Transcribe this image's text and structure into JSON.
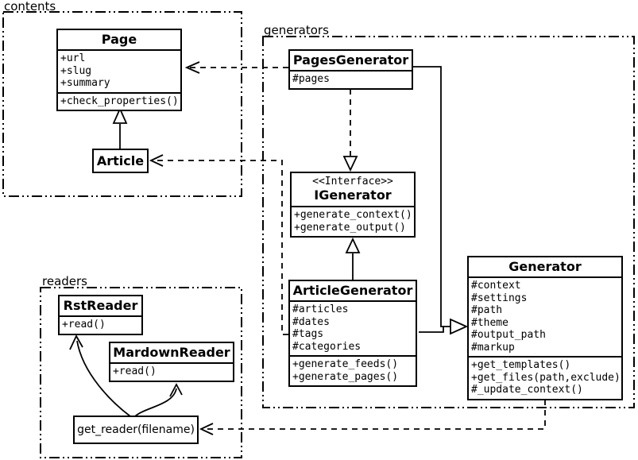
{
  "packages": {
    "contents": {
      "label": "contents"
    },
    "generators": {
      "label": "generators"
    },
    "readers": {
      "label": "readers"
    }
  },
  "classes": {
    "page": {
      "name": "Page",
      "attributes": [
        "+url",
        "+slug",
        "+summary"
      ],
      "methods": [
        "+check_properties()"
      ]
    },
    "article": {
      "name": "Article"
    },
    "pages_generator": {
      "name": "PagesGenerator",
      "attributes": [
        "#pages"
      ]
    },
    "igenerator": {
      "stereotype": "<<Interface>>",
      "name": "IGenerator",
      "methods": [
        "+generate_context()",
        "+generate_output()"
      ]
    },
    "article_generator": {
      "name": "ArticleGenerator",
      "attributes": [
        "#articles",
        "#dates",
        "#tags",
        "#categories"
      ],
      "methods": [
        "+generate_feeds()",
        "+generate_pages()"
      ]
    },
    "generator": {
      "name": "Generator",
      "attributes": [
        "#context",
        "#settings",
        "#path",
        "#theme",
        "#output_path",
        "#markup"
      ],
      "methods": [
        "+get_templates()",
        "+get_files(path,exclude)",
        "#_update_context()"
      ]
    },
    "rst_reader": {
      "name": "RstReader",
      "methods": [
        "+read()"
      ]
    },
    "mardown_reader": {
      "name": "MardownReader",
      "methods": [
        "+read()"
      ]
    },
    "get_reader": {
      "name": "get_reader(filename)"
    }
  },
  "relationships": [
    {
      "from": "Article",
      "to": "Page",
      "type": "generalization",
      "style": "solid-hollow-triangle"
    },
    {
      "from": "PagesGenerator",
      "to": "Page",
      "type": "dependency",
      "style": "dashed-open-arrow"
    },
    {
      "from": "ArticleGenerator",
      "to": "Article",
      "type": "dependency",
      "style": "dashed-open-arrow"
    },
    {
      "from": "PagesGenerator",
      "to": "IGenerator",
      "type": "realization",
      "style": "dashed-hollow-triangle"
    },
    {
      "from": "ArticleGenerator",
      "to": "IGenerator",
      "type": "generalization",
      "style": "solid-hollow-triangle"
    },
    {
      "from": "PagesGenerator",
      "to": "Generator",
      "type": "generalization",
      "style": "solid-hollow-triangle"
    },
    {
      "from": "ArticleGenerator",
      "to": "Generator",
      "type": "generalization",
      "style": "solid-hollow-triangle"
    },
    {
      "from": "Generator",
      "to": "get_reader(filename)",
      "type": "dependency",
      "style": "dashed-open-arrow"
    },
    {
      "from": "get_reader(filename)",
      "to": "RstReader",
      "type": "association",
      "style": "solid-open-arrow"
    },
    {
      "from": "get_reader(filename)",
      "to": "MardownReader",
      "type": "association",
      "style": "solid-open-arrow"
    }
  ],
  "colors": {
    "line": "#000000",
    "background": "#ffffff",
    "box_fill": "#ffffff"
  }
}
